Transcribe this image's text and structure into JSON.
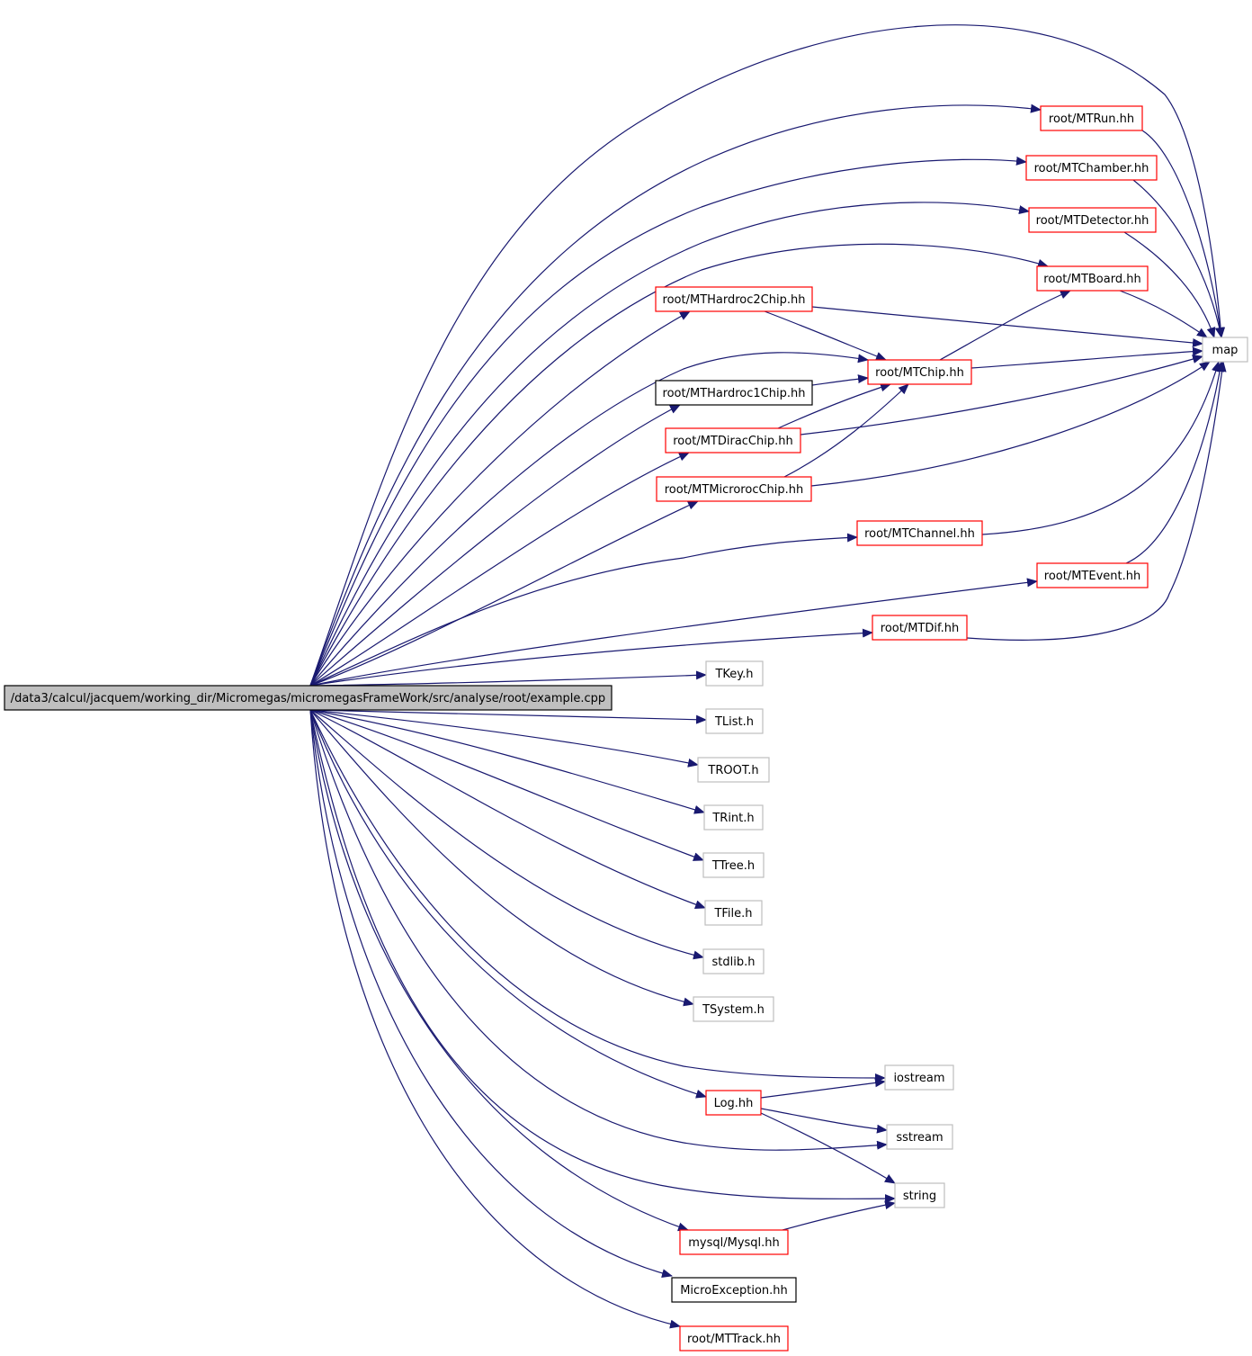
{
  "title": "Include dependency graph for example.cpp",
  "colors": {
    "edge": "#191970",
    "root_fill": "#bfbfbf",
    "red_border": "#ff0000",
    "black_border": "#000000",
    "gray_border": "#bfbfbf"
  },
  "nodes": [
    {
      "id": "root",
      "label": "/data3/calcul/jacquem/working_dir/Micromegas/micromegasFrameWork/src/analyse/root/example.cpp",
      "style": "root"
    },
    {
      "id": "mtrun",
      "label": "root/MTRun.hh",
      "style": "red"
    },
    {
      "id": "mtchamber",
      "label": "root/MTChamber.hh",
      "style": "red"
    },
    {
      "id": "mtdetector",
      "label": "root/MTDetector.hh",
      "style": "red"
    },
    {
      "id": "mtboard",
      "label": "root/MTBoard.hh",
      "style": "red"
    },
    {
      "id": "hardroc2",
      "label": "root/MTHardroc2Chip.hh",
      "style": "red"
    },
    {
      "id": "mtchip",
      "label": "root/MTChip.hh",
      "style": "red"
    },
    {
      "id": "hardroc1",
      "label": "root/MTHardroc1Chip.hh",
      "style": "black"
    },
    {
      "id": "dirac",
      "label": "root/MTDiracChip.hh",
      "style": "red"
    },
    {
      "id": "microroc",
      "label": "root/MTMicrorocChip.hh",
      "style": "red"
    },
    {
      "id": "channel",
      "label": "root/MTChannel.hh",
      "style": "red"
    },
    {
      "id": "event",
      "label": "root/MTEvent.hh",
      "style": "red"
    },
    {
      "id": "dif",
      "label": "root/MTDif.hh",
      "style": "red"
    },
    {
      "id": "map",
      "label": "map",
      "style": "gray"
    },
    {
      "id": "tkey",
      "label": "TKey.h",
      "style": "gray"
    },
    {
      "id": "tlist",
      "label": "TList.h",
      "style": "gray"
    },
    {
      "id": "troot",
      "label": "TROOT.h",
      "style": "gray"
    },
    {
      "id": "trint",
      "label": "TRint.h",
      "style": "gray"
    },
    {
      "id": "ttree",
      "label": "TTree.h",
      "style": "gray"
    },
    {
      "id": "tfile",
      "label": "TFile.h",
      "style": "gray"
    },
    {
      "id": "stdlib",
      "label": "stdlib.h",
      "style": "gray"
    },
    {
      "id": "tsystem",
      "label": "TSystem.h",
      "style": "gray"
    },
    {
      "id": "iostream",
      "label": "iostream",
      "style": "gray"
    },
    {
      "id": "log",
      "label": "Log.hh",
      "style": "red"
    },
    {
      "id": "sstream",
      "label": "sstream",
      "style": "gray"
    },
    {
      "id": "string",
      "label": "string",
      "style": "gray"
    },
    {
      "id": "mysql",
      "label": "mysql/Mysql.hh",
      "style": "red"
    },
    {
      "id": "microexc",
      "label": "MicroException.hh",
      "style": "black"
    },
    {
      "id": "mttrack",
      "label": "root/MTTrack.hh",
      "style": "red"
    }
  ],
  "edges": [
    [
      "root",
      "map"
    ],
    [
      "root",
      "mtrun"
    ],
    [
      "root",
      "mtchamber"
    ],
    [
      "root",
      "mtdetector"
    ],
    [
      "root",
      "mtboard"
    ],
    [
      "root",
      "hardroc2"
    ],
    [
      "root",
      "mtchip"
    ],
    [
      "root",
      "hardroc1"
    ],
    [
      "root",
      "dirac"
    ],
    [
      "root",
      "microroc"
    ],
    [
      "root",
      "channel"
    ],
    [
      "root",
      "event"
    ],
    [
      "root",
      "dif"
    ],
    [
      "root",
      "tkey"
    ],
    [
      "root",
      "tlist"
    ],
    [
      "root",
      "troot"
    ],
    [
      "root",
      "trint"
    ],
    [
      "root",
      "ttree"
    ],
    [
      "root",
      "tfile"
    ],
    [
      "root",
      "stdlib"
    ],
    [
      "root",
      "tsystem"
    ],
    [
      "root",
      "iostream"
    ],
    [
      "root",
      "log"
    ],
    [
      "root",
      "sstream"
    ],
    [
      "root",
      "string"
    ],
    [
      "root",
      "mysql"
    ],
    [
      "root",
      "microexc"
    ],
    [
      "root",
      "mttrack"
    ],
    [
      "mtrun",
      "map"
    ],
    [
      "mtchamber",
      "map"
    ],
    [
      "mtdetector",
      "map"
    ],
    [
      "mtboard",
      "map"
    ],
    [
      "hardroc2",
      "mtchip"
    ],
    [
      "hardroc2",
      "map"
    ],
    [
      "mtchip",
      "mtboard"
    ],
    [
      "mtchip",
      "map"
    ],
    [
      "hardroc1",
      "mtchip"
    ],
    [
      "dirac",
      "mtchip"
    ],
    [
      "dirac",
      "map"
    ],
    [
      "microroc",
      "mtchip"
    ],
    [
      "microroc",
      "map"
    ],
    [
      "channel",
      "map"
    ],
    [
      "event",
      "map"
    ],
    [
      "dif",
      "map"
    ],
    [
      "log",
      "iostream"
    ],
    [
      "log",
      "sstream"
    ],
    [
      "log",
      "string"
    ],
    [
      "mysql",
      "string"
    ]
  ]
}
